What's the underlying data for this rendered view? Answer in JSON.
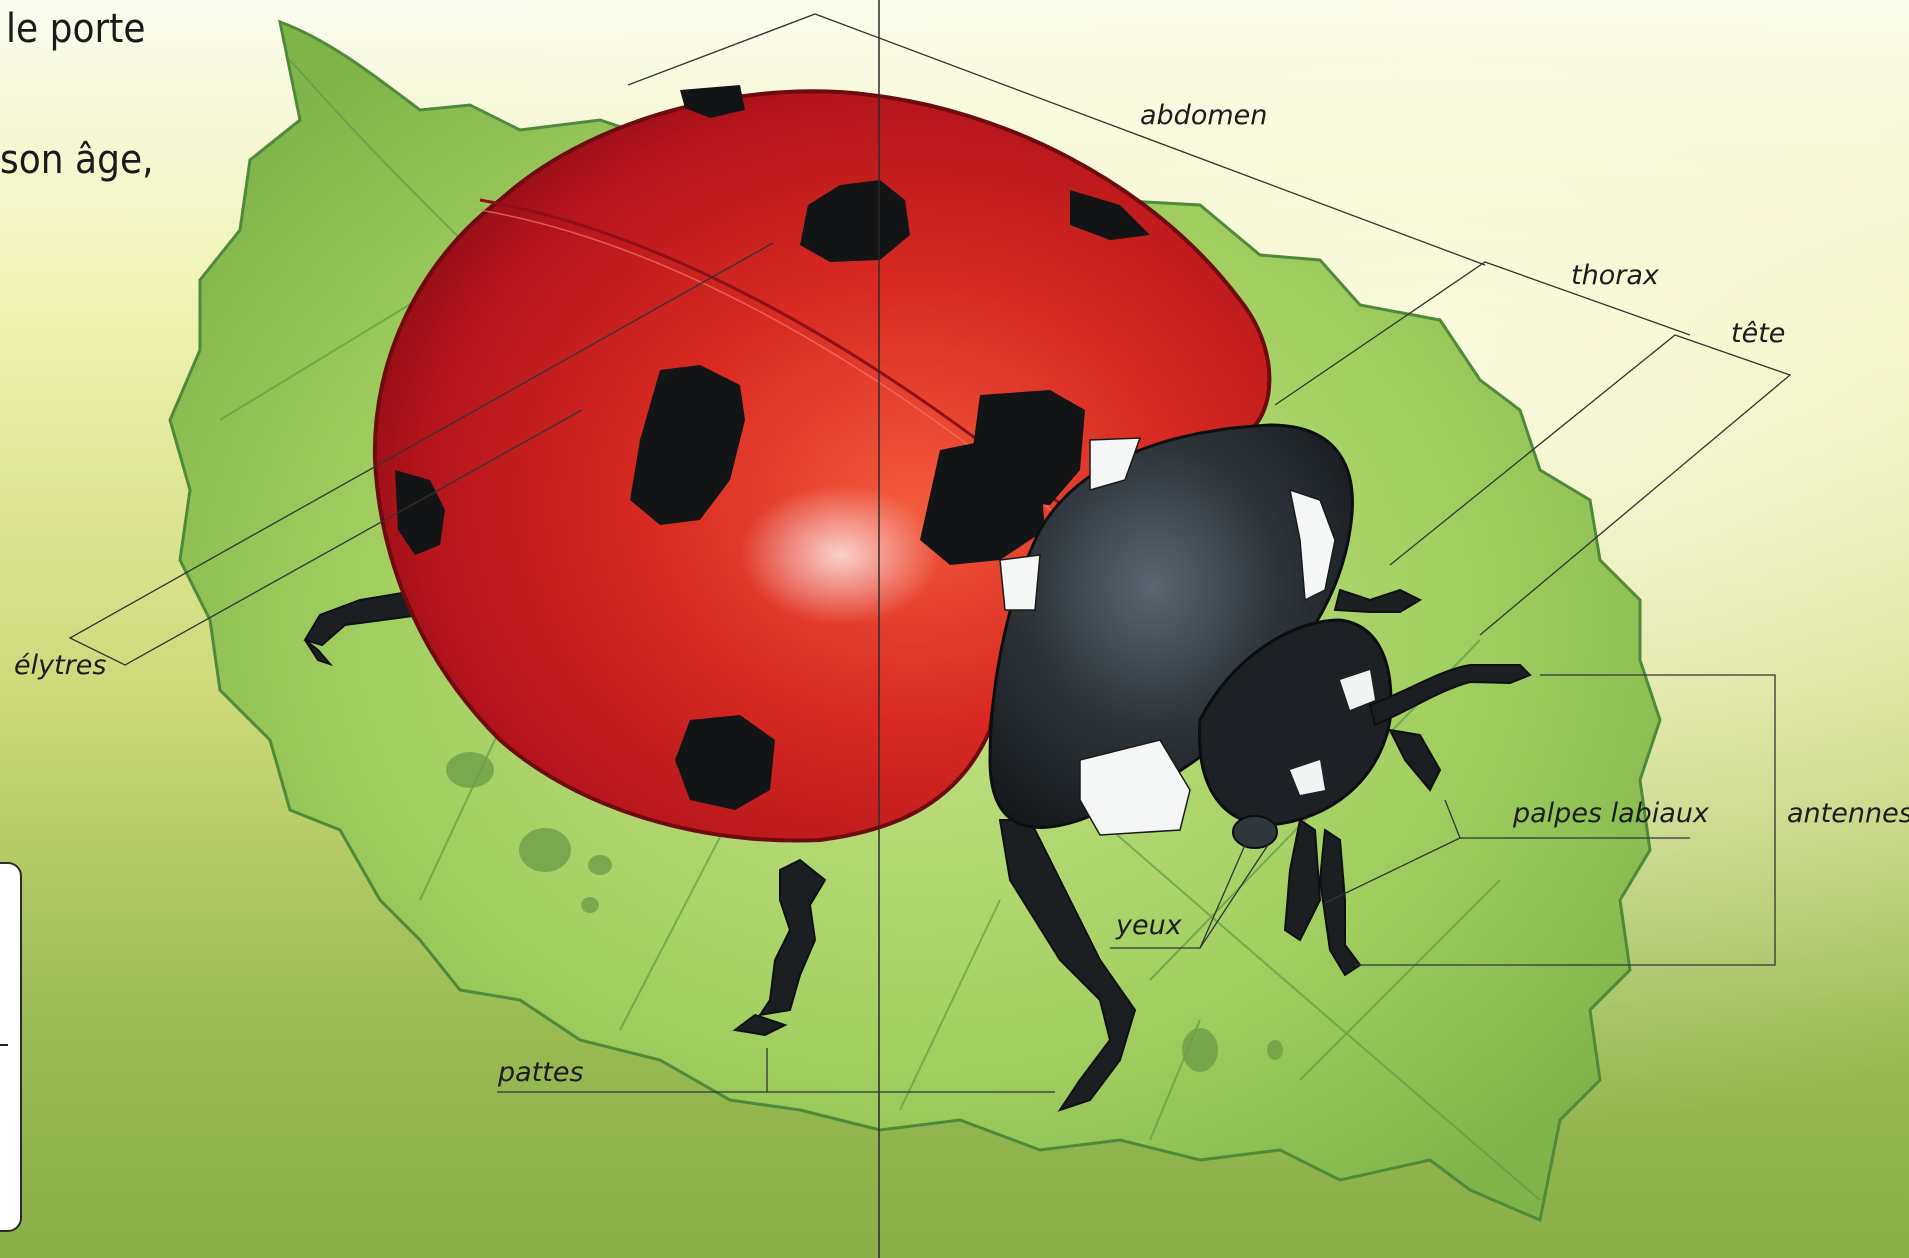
{
  "text": {
    "line_1": "le porte",
    "line_2": "son âge,"
  },
  "labels": {
    "abdomen": "abdomen",
    "thorax": "thorax",
    "tete": "tête",
    "elytres": "élytres",
    "antennes": "antennes",
    "palpes": "palpes labiaux",
    "yeux": "yeux",
    "pattes": "pattes"
  },
  "colors": {
    "shell_red": "#c8191c",
    "spot_black": "#121416",
    "body_black": "#1f2327",
    "leaf_green": "#9cc95a",
    "background_yellow": "#eef1a6",
    "background_green": "#8db04c"
  }
}
